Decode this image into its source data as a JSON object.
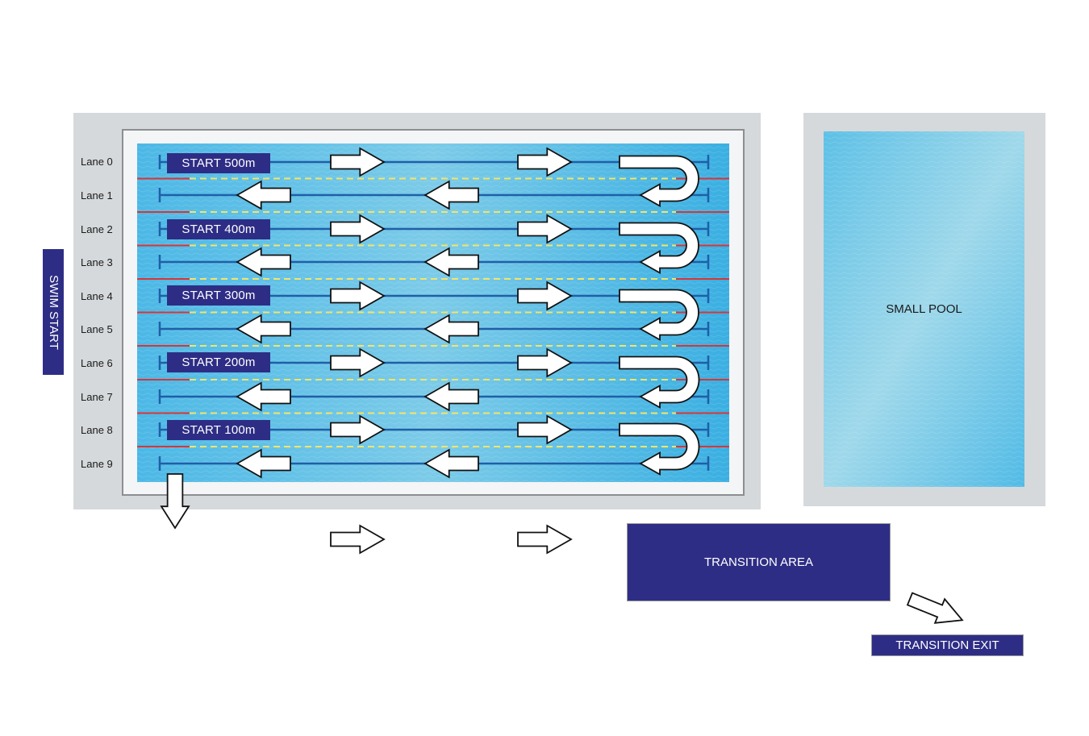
{
  "lanes": [
    "Lane 0",
    "Lane 1",
    "Lane 2",
    "Lane 3",
    "Lane 4",
    "Lane 5",
    "Lane 6",
    "Lane 7",
    "Lane 8",
    "Lane 9"
  ],
  "start_labels": [
    "START 500m",
    "START 400m",
    "START 300m",
    "START 200m",
    "START 100m"
  ],
  "swim_start": "SWIM START",
  "small_pool": "SMALL POOL",
  "transition_area": "TRANSITION AREA",
  "transition_exit": "TRANSITION EXIT",
  "colors": {
    "navy": "#2e2d85",
    "deck": "#d6d9db",
    "water": "#29a8e0",
    "rope": "#1f5fa8",
    "red_rope": "#d93535",
    "yellow_dash": "#f2e46a"
  }
}
